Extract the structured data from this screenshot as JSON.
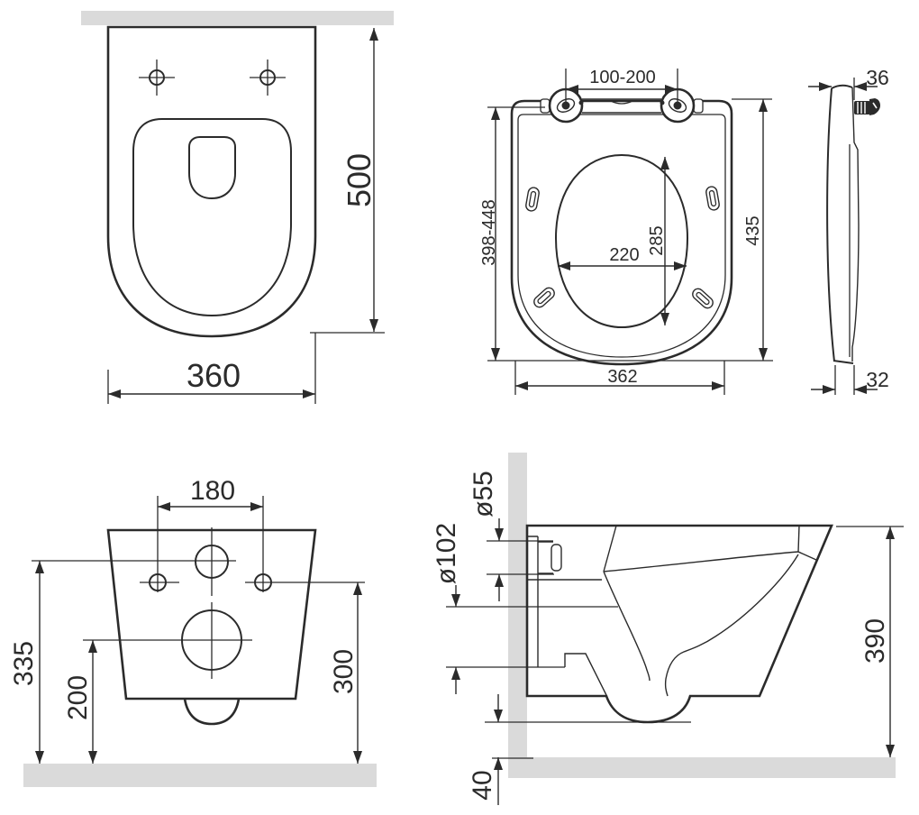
{
  "dimensions": {
    "top_view": {
      "depth": "500",
      "width": "360"
    },
    "seat_view": {
      "hinge_spacing": "100-200",
      "mounting_range": "398-448",
      "total_length": "435",
      "opening_width": "220",
      "opening_depth": "285",
      "width": "362"
    },
    "seat_profile": {
      "front_thickness": "36",
      "rear_thickness": "32"
    },
    "rear_view": {
      "hole_spacing": "180",
      "inlet_height": "335",
      "outlet_height": "200",
      "hole_height": "300"
    },
    "side_view": {
      "inlet_diameter": "ø55",
      "outlet_diameter": "ø102",
      "height": "390",
      "trap_clearance": "40"
    }
  },
  "colors": {
    "line": "#2b2b2b",
    "surface": "#dadada",
    "background": "#ffffff"
  }
}
